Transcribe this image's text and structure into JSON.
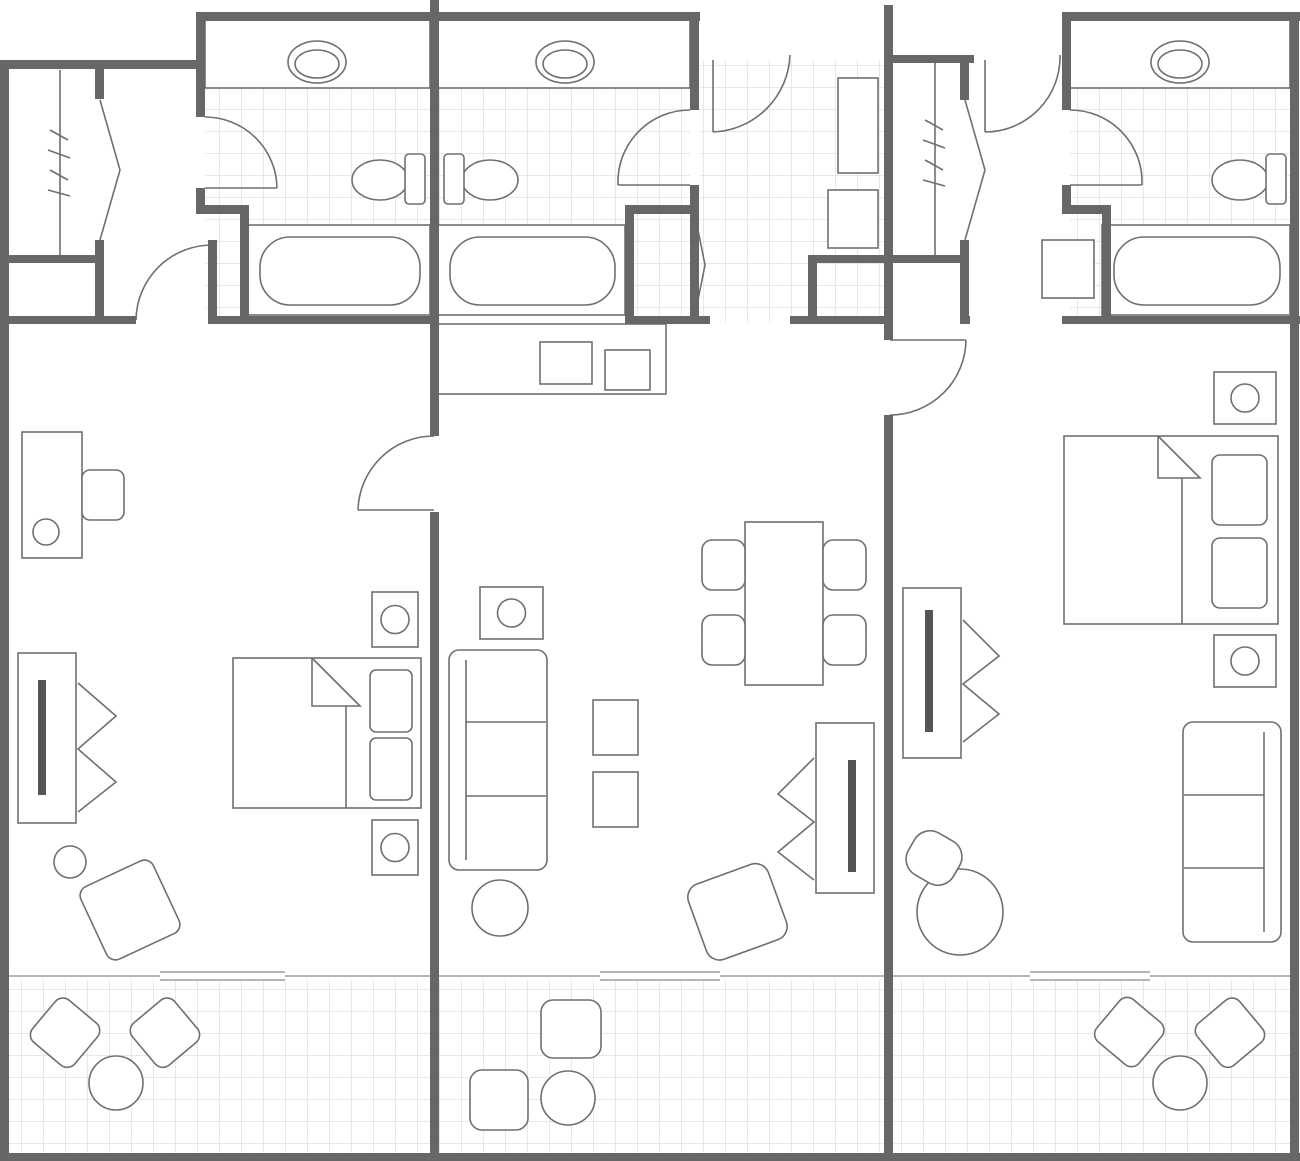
{
  "diagram": {
    "type": "floor-plan",
    "units": [
      "left-bedroom-suite",
      "center-living-suite",
      "right-bedroom-suite"
    ],
    "colors": {
      "wall": "#676767",
      "fixture_stroke": "#6f6f6f",
      "tile_grid": "#d2d2d2",
      "background": "#ffffff"
    },
    "icons": [
      "sink-icon",
      "toilet-icon",
      "bathtub-icon",
      "bed-icon",
      "sofa-icon",
      "armchair-icon",
      "lamp-table-icon",
      "desk-icon",
      "tv-console-icon",
      "dining-table-icon",
      "round-table-icon",
      "closet-hanger-icon",
      "door-swing-icon"
    ]
  }
}
